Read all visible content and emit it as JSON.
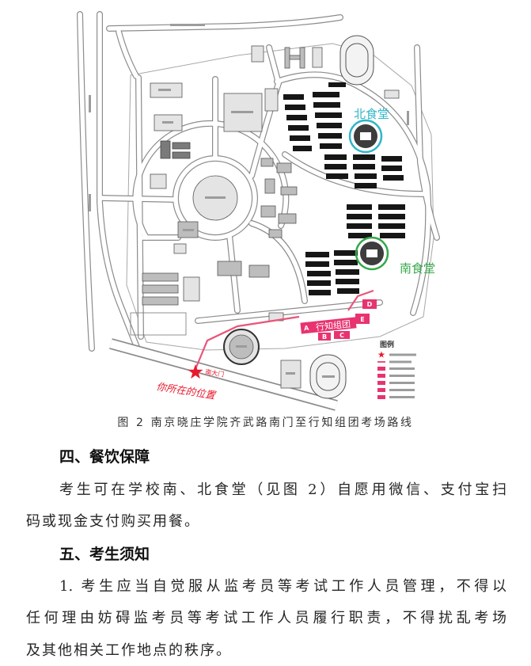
{
  "figure": {
    "caption": "图 2 南京晓庄学院齐武路南门至行知组团考场路线",
    "map": {
      "north_canteen_label": "北食堂",
      "south_canteen_label": "南食堂",
      "xingzhi_group_label": "行知组团",
      "south_gate_label": "南大门",
      "you_are_here_label": "你所在的位置",
      "legend_title": "图例",
      "building_letters": {
        "a": "A",
        "b": "B",
        "c": "C",
        "d": "D",
        "e": "E"
      },
      "colors": {
        "north_canteen": "#2fb6c9",
        "south_canteen": "#34a84a",
        "xingzhi_group": "#e8336f",
        "route": "#e8557a",
        "star": "#e8192c"
      }
    }
  },
  "sections": [
    {
      "heading": "四、餐饮保障",
      "lines": [
        "考生可在学校南、北食堂（见图 2）自愿用微信、支付宝扫",
        "码或现金支付购买用餐。"
      ]
    },
    {
      "heading": "五、考生须知",
      "lines": [
        "1. 考生应当自觉服从监考员等考试工作人员管理，不得以",
        "任何理由妨碍监考员等考试工作人员履行职责，不得扰乱考场",
        "及其他相关工作地点的秩序。"
      ]
    }
  ]
}
